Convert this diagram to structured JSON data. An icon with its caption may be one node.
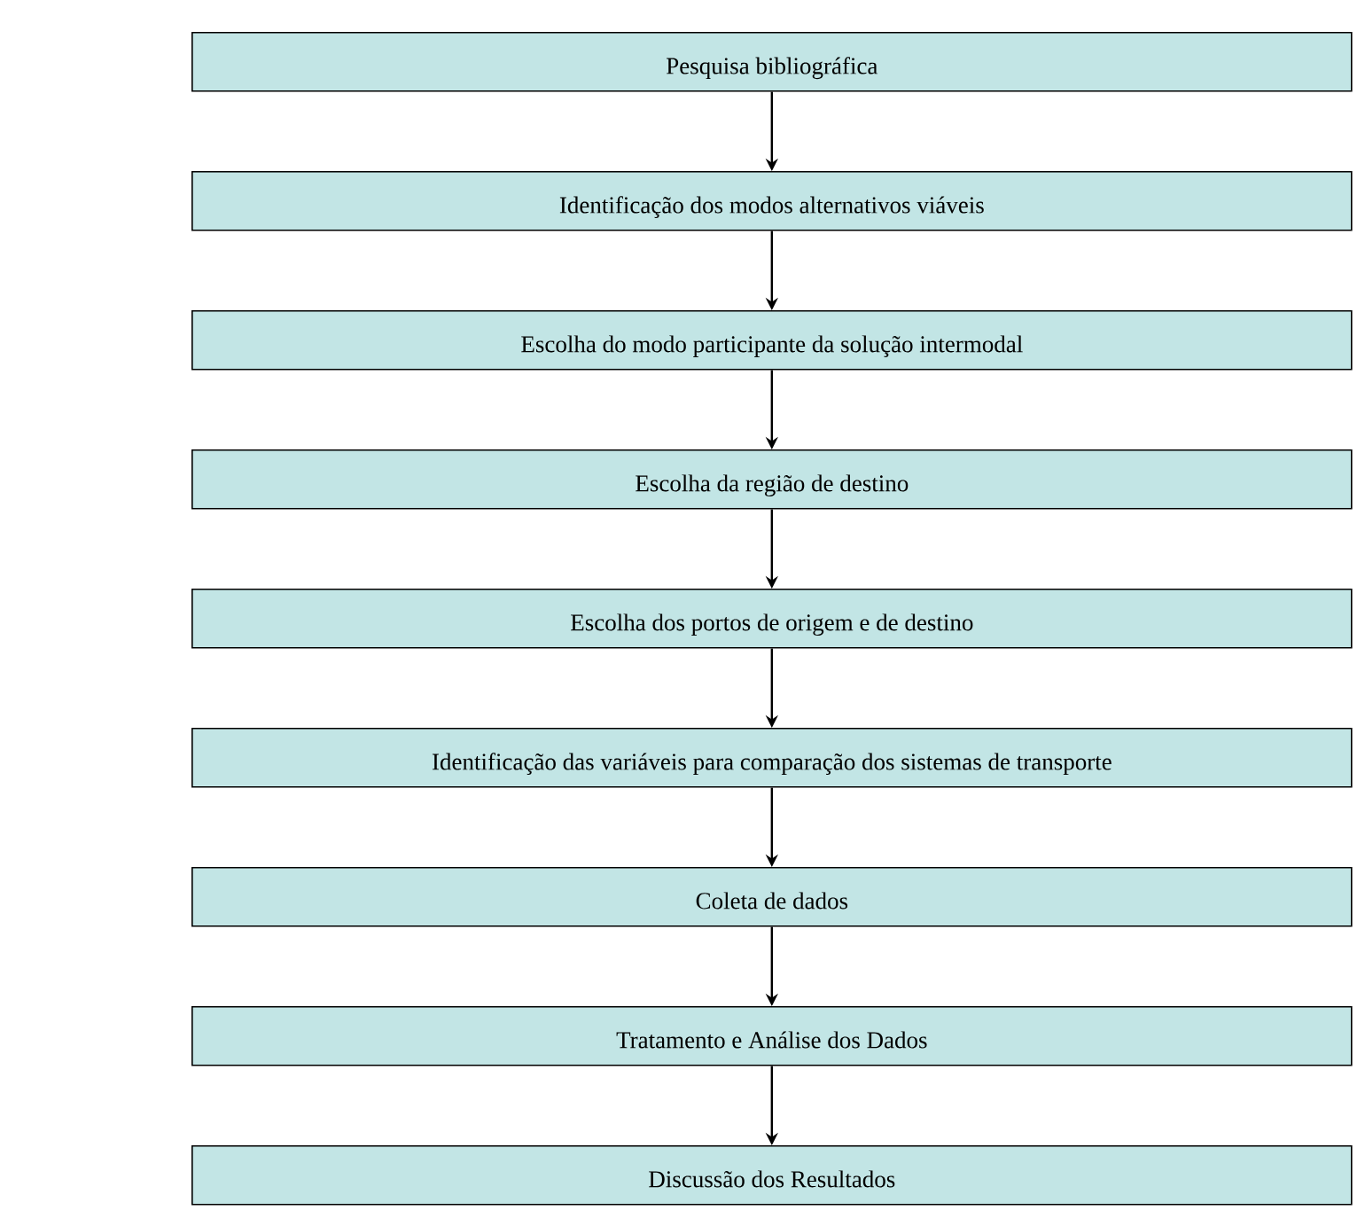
{
  "diagram": {
    "nodes": [
      {
        "text": [
          "Pesquisa bibliográfica"
        ]
      },
      {
        "text": [
          "Identificação dos modos alternativos viáveis"
        ]
      },
      {
        "text": [
          "Escolha do modo participante da solução intermodal"
        ]
      },
      {
        "text": [
          "Escolha da região de destino"
        ]
      },
      {
        "text": [
          "Escolha dos portos de origem e de destino"
        ]
      },
      {
        "text": [
          "Identificação das variáveis para comparação dos sistemas de transporte"
        ]
      },
      {
        "text": [
          "Coleta de dados"
        ]
      },
      {
        "text": [
          "Tratamento e Análise dos Dados"
        ]
      },
      {
        "text": [
          "Discussão dos Resultados"
        ]
      }
    ],
    "edges": [
      {
        "from": 0,
        "to": 1,
        "arrow": "to"
      },
      {
        "from": 1,
        "to": 2,
        "arrow": "to"
      },
      {
        "from": 2,
        "to": 3,
        "arrow": "to"
      },
      {
        "from": 3,
        "to": 4,
        "arrow": "to"
      },
      {
        "from": 4,
        "to": 5,
        "arrow": "to"
      },
      {
        "from": 5,
        "to": 6,
        "arrow": "to"
      },
      {
        "from": 6,
        "to": 7,
        "arrow": "to"
      },
      {
        "from": 7,
        "to": 8,
        "arrow": "to"
      }
    ]
  }
}
